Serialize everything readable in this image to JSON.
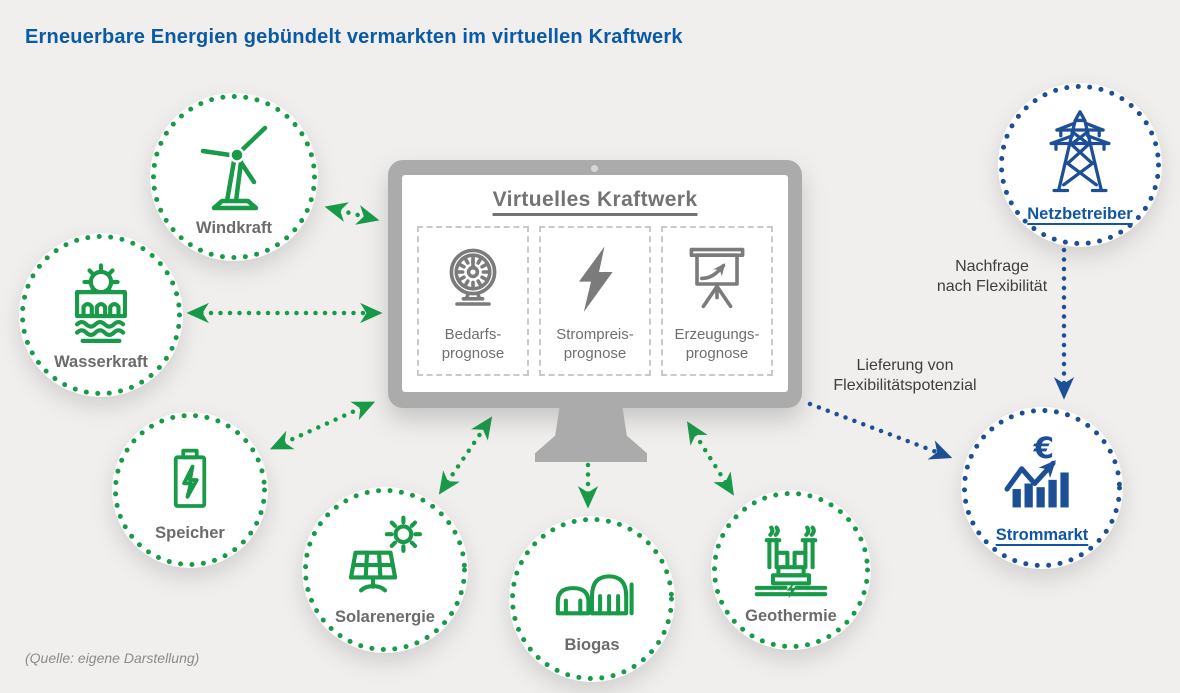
{
  "title": "Erneuerbare Energien gebündelt vermarkten im virtuellen Kraftwerk",
  "source_note": "(Quelle: eigene Darstellung)",
  "colors": {
    "green": "#189a48",
    "blue": "#1d4f96",
    "title_blue": "#0b5aa5",
    "link_blue": "#1156a6",
    "icon_gray": "#7b7b7b",
    "text_gray": "#6b6b6b",
    "monitor_gray": "#ababab",
    "background": "#f0efed"
  },
  "vpp": {
    "title": "Virtuelles Kraftwerk",
    "panels": [
      {
        "icon": "gauge-icon",
        "label": "Bedarfs-\nprognose"
      },
      {
        "icon": "lightning-icon",
        "label": "Strompreis-\nprognose"
      },
      {
        "icon": "presentation-chart-icon",
        "label": "Erzeugungs-\nprognose"
      }
    ]
  },
  "nodes": {
    "windkraft": {
      "label": "Windkraft",
      "icon": "wind-turbine-icon",
      "color": "green"
    },
    "wasserkraft": {
      "label": "Wasserkraft",
      "icon": "hydropower-dam-icon",
      "color": "green"
    },
    "speicher": {
      "label": "Speicher",
      "icon": "battery-icon",
      "color": "green"
    },
    "solarenergie": {
      "label": "Solarenergie",
      "icon": "solar-panel-sun-icon",
      "color": "green"
    },
    "biogas": {
      "label": "Biogas",
      "icon": "biogas-plant-icon",
      "color": "green"
    },
    "geothermie": {
      "label": "Geothermie",
      "icon": "geothermal-plant-icon",
      "color": "green"
    },
    "netzbetreiber": {
      "label": "Netzbetreiber",
      "icon": "transmission-tower-icon",
      "color": "blue"
    },
    "strommarkt": {
      "label": "Strommarkt",
      "icon": "euro-bar-chart-icon",
      "color": "blue"
    }
  },
  "annotations": {
    "demand": "Nachfrage\nnach Flexibilität",
    "delivery": "Lieferung von\nFlexibilitätspotenzial"
  }
}
